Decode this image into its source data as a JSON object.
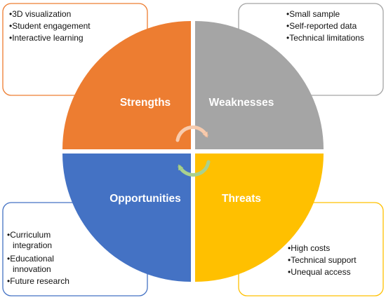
{
  "quadrants": {
    "strengths": {
      "label": "Strengths",
      "color": "#ED7D31",
      "border_color": "#ED7D31",
      "items": [
        "3D visualization",
        "Student engagement",
        "Interactive learning"
      ]
    },
    "weaknesses": {
      "label": "Weaknesses",
      "color": "#A5A5A5",
      "border_color": "#A5A5A5",
      "items": [
        "Small sample",
        "Self-reported data",
        "Technical limitations"
      ]
    },
    "opportunities": {
      "label": "Opportunities",
      "color": "#4472C4",
      "border_color": "#4472C4",
      "items": [
        "Curriculum integration",
        "Educational innovation",
        "Future research"
      ]
    },
    "threats": {
      "label": "Threats",
      "color": "#FFC000",
      "border_color": "#FFC000",
      "items": [
        "High costs",
        "Technical support",
        "Unequal access"
      ]
    }
  },
  "colors": {
    "label_text": "#FFFFFF",
    "cycle_arrow_top": "#F8CBAD",
    "cycle_arrow_bottom": "#A9D18E"
  }
}
